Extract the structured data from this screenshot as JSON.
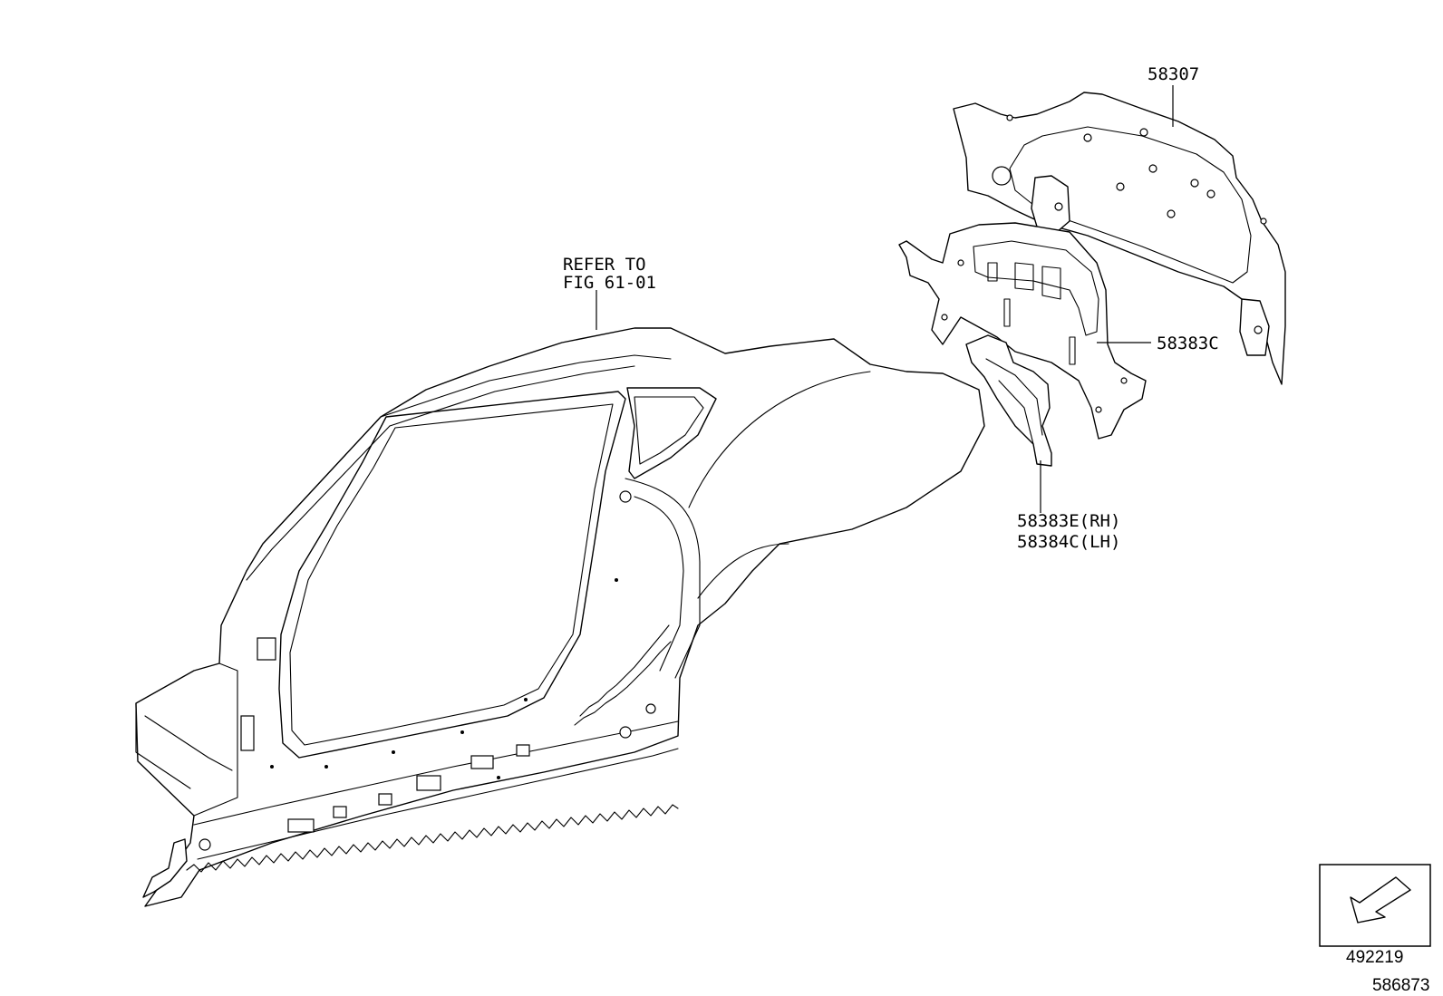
{
  "callouts": {
    "refer": {
      "line1": "REFER TO",
      "line2": "FIG 61-01"
    },
    "part_58307": "58307",
    "part_58383c": "58383C",
    "part_58383e_rh": "58383E(RH)",
    "part_58384c_lh": "58384C(LH)"
  },
  "footer": {
    "arrow_box_code": "492219",
    "figure_id": "586873"
  }
}
